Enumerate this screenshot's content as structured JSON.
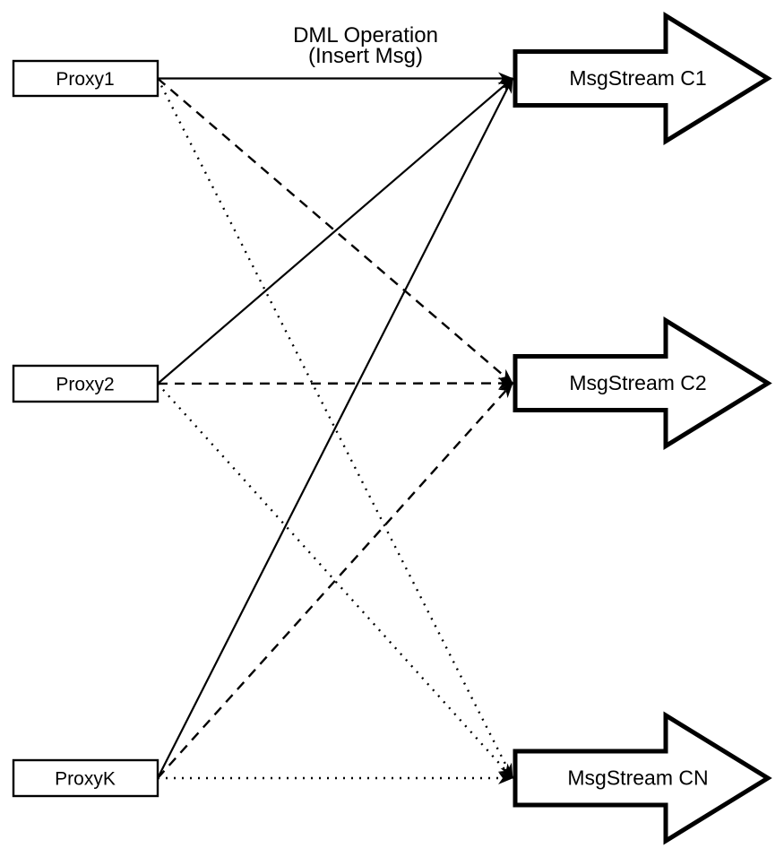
{
  "diagram": {
    "title": {
      "line1": "DML Operation",
      "line2": "(Insert Msg)"
    },
    "proxies": [
      {
        "id": "proxy1",
        "label": "Proxy1"
      },
      {
        "id": "proxy2",
        "label": "Proxy2"
      },
      {
        "id": "proxyk",
        "label": "ProxyK"
      }
    ],
    "streams": [
      {
        "id": "c1",
        "label": "MsgStream C1"
      },
      {
        "id": "c2",
        "label": "MsgStream C2"
      },
      {
        "id": "cn",
        "label": "MsgStream CN"
      }
    ],
    "edges": [
      {
        "from": "proxy1",
        "to": "c1",
        "style": "solid"
      },
      {
        "from": "proxy2",
        "to": "c1",
        "style": "solid"
      },
      {
        "from": "proxyk",
        "to": "c1",
        "style": "solid"
      },
      {
        "from": "proxy1",
        "to": "c2",
        "style": "dashed"
      },
      {
        "from": "proxy2",
        "to": "c2",
        "style": "dashed"
      },
      {
        "from": "proxyk",
        "to": "c2",
        "style": "dashed"
      },
      {
        "from": "proxy1",
        "to": "cn",
        "style": "dotted"
      },
      {
        "from": "proxy2",
        "to": "cn",
        "style": "dotted"
      },
      {
        "from": "proxyk",
        "to": "cn",
        "style": "dotted"
      }
    ],
    "colors": {
      "ink": "#000000",
      "background": "#ffffff"
    }
  }
}
